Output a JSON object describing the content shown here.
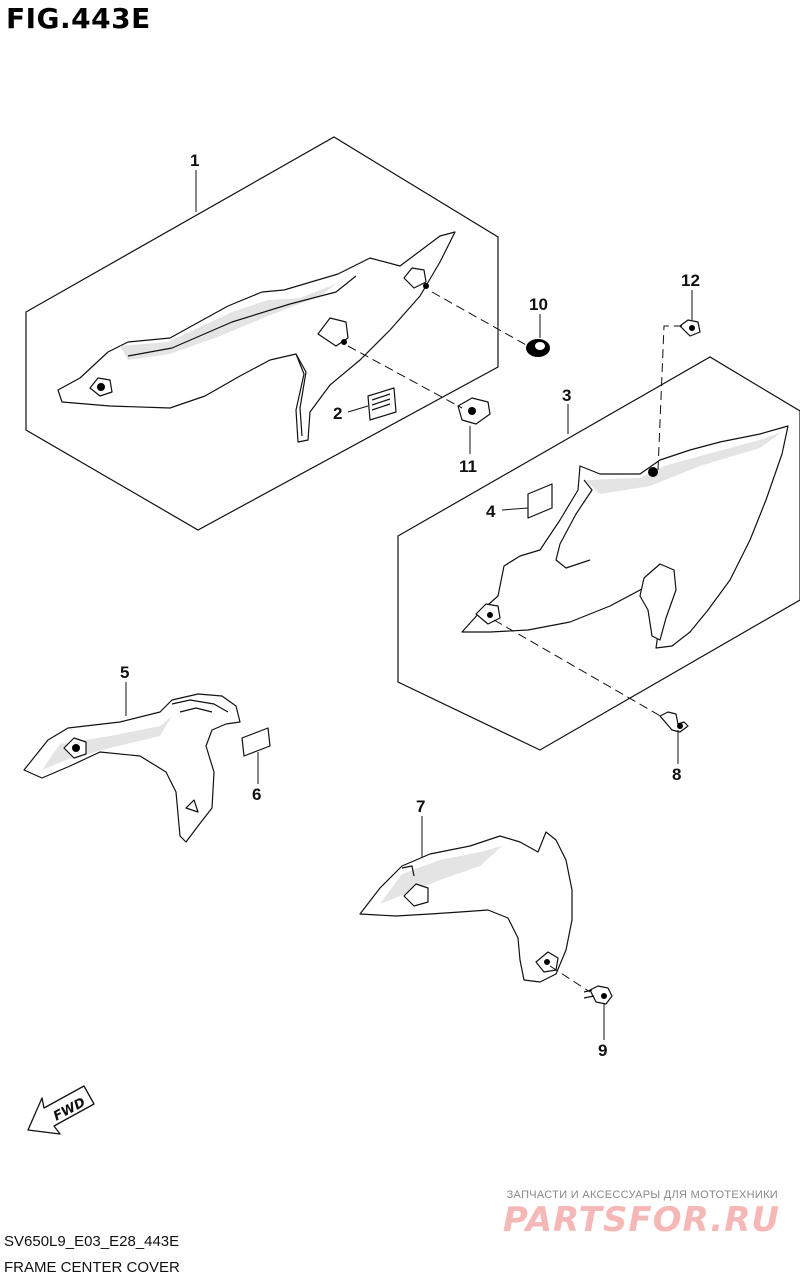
{
  "figure": {
    "title": "FIG.443E",
    "model_code": "SV650L9_E03_E28_443E",
    "caption": "FRAME CENTER COVER"
  },
  "direction_arrow": {
    "label": "FWD",
    "icon": "fwd-arrow-icon"
  },
  "watermark": {
    "line1": "ЗАПЧАСТИ И АКСЕССУАРЫ ДЛЯ МОТОТЕХНИКИ",
    "line2": "PARTSFOR.RU",
    "color": "#f6b7b7"
  },
  "callouts": [
    "1",
    "2",
    "3",
    "4",
    "5",
    "6",
    "7",
    "8",
    "9",
    "10",
    "11",
    "12"
  ]
}
